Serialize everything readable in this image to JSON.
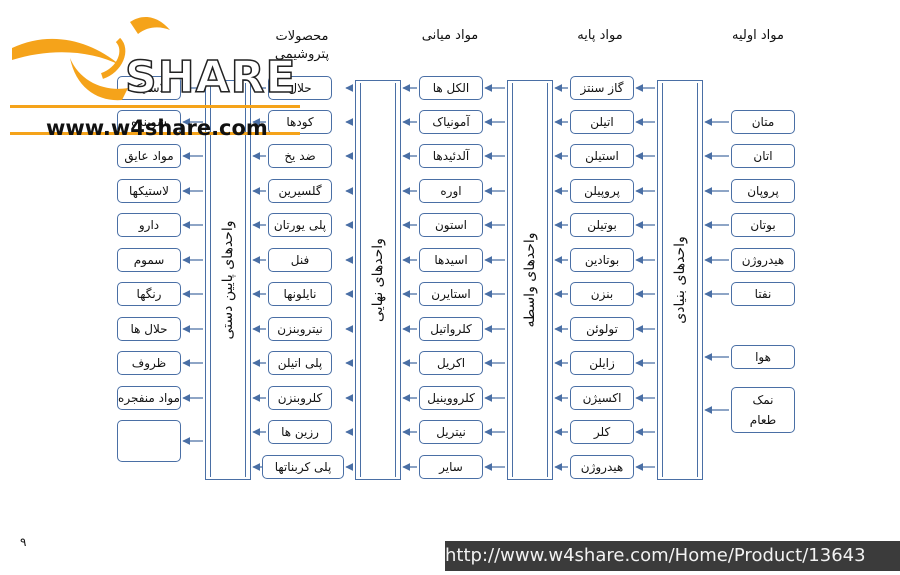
{
  "headers": {
    "primary": "مواد اولیه",
    "base": "مواد پایه",
    "intermediate": "مواد میانی",
    "petro": "محصولات پتروشیمی"
  },
  "bars": {
    "upstream": "واحدهای بنیادی",
    "intermediate_units": "واحدهای واسطه",
    "final_units": "واحدهای نهایی",
    "downstream": "واحدهای پایین دستی"
  },
  "primary_materials": [
    "متان",
    "اتان",
    "پروپان",
    "بوتان",
    "هیدروژن",
    "نفتا",
    "هوا",
    "نمک طعام"
  ],
  "base_materials": [
    "گاز سنتز",
    "اتیلن",
    "استیلن",
    "پروپیلن",
    "بوتیلن",
    "بوتادین",
    "بنزن",
    "تولوئن",
    "زایلن",
    "اکسیژن",
    "کلر",
    "هیدروژن"
  ],
  "intermediate_materials": [
    "الکل ها",
    "آمونیاک",
    "آلدئیدها",
    "اوره",
    "استون",
    "اسیدها",
    "استایرن",
    "کلرواتیل",
    "اکریل",
    "کلرووینیل",
    "نیتریل",
    "سایر"
  ],
  "petro_products": [
    "حلال",
    "کودها",
    "ضد یخ",
    "گلسیرین",
    "پلی یورتان",
    "فنل",
    "نایلونها",
    "نیتروبنزن",
    "پلی اتیلن",
    "کلروبنزن",
    "رزین ها",
    "پلی کربناتها"
  ],
  "end_products": [
    "لاستیک",
    "شوینده",
    "مواد عایق",
    "لاستیکها",
    "دارو",
    "سموم",
    "رنگها",
    "حلال ها",
    "ظروف",
    "مواد منفجره"
  ],
  "logo": {
    "word": "SHARE",
    "url": "www.w4share.com"
  },
  "page_number": "۹",
  "footer_url": "http://www.w4share.com/Home/Product/13643",
  "colors": {
    "border": "#4a6fa5",
    "logo_orange": "#f5a31a",
    "footer_bg": "#3b3b3b"
  }
}
